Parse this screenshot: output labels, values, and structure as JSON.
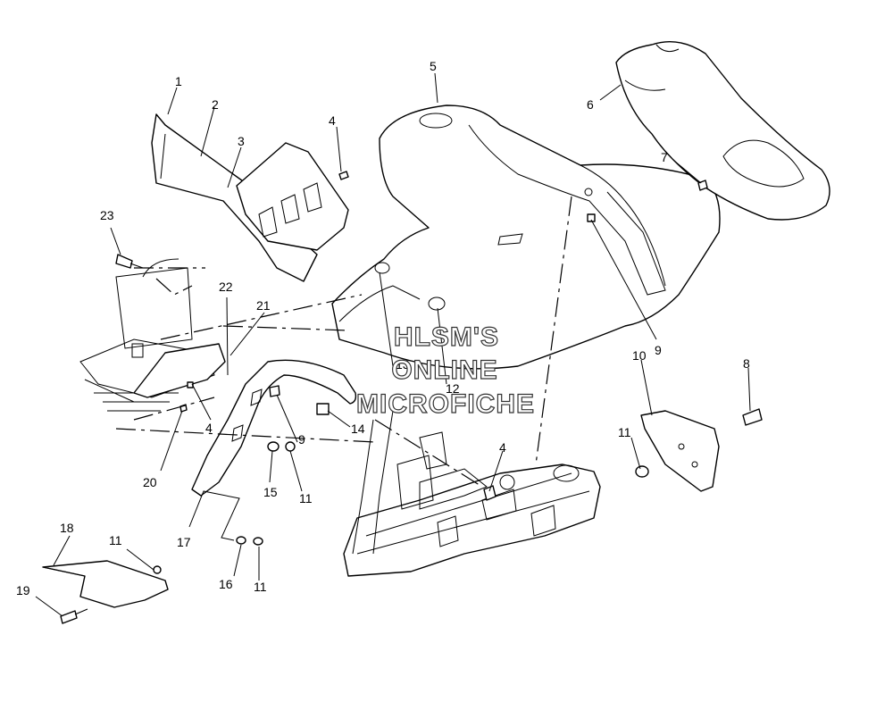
{
  "watermark": {
    "line1": "HLSM'S",
    "line2": "ONLINE",
    "line3": "MICROFICHE"
  },
  "callouts": [
    {
      "id": "c1",
      "label": "1"
    },
    {
      "id": "c2",
      "label": "2"
    },
    {
      "id": "c3",
      "label": "3"
    },
    {
      "id": "c4a",
      "label": "4"
    },
    {
      "id": "c5",
      "label": "5"
    },
    {
      "id": "c6",
      "label": "6"
    },
    {
      "id": "c7",
      "label": "7"
    },
    {
      "id": "c9a",
      "label": "9"
    },
    {
      "id": "c8",
      "label": "8"
    },
    {
      "id": "c10",
      "label": "10"
    },
    {
      "id": "c11a",
      "label": "11"
    },
    {
      "id": "c12",
      "label": "12"
    },
    {
      "id": "c13",
      "label": "13"
    },
    {
      "id": "c4b",
      "label": "4"
    },
    {
      "id": "c14",
      "label": "14"
    },
    {
      "id": "c9b",
      "label": "9"
    },
    {
      "id": "c4c",
      "label": "4"
    },
    {
      "id": "c15",
      "label": "15"
    },
    {
      "id": "c11b",
      "label": "11"
    },
    {
      "id": "c20",
      "label": "20"
    },
    {
      "id": "c17",
      "label": "17"
    },
    {
      "id": "c16",
      "label": "16"
    },
    {
      "id": "c11c",
      "label": "11"
    },
    {
      "id": "c18",
      "label": "18"
    },
    {
      "id": "c11d",
      "label": "11"
    },
    {
      "id": "c19",
      "label": "19"
    },
    {
      "id": "c21",
      "label": "21"
    },
    {
      "id": "c22",
      "label": "22"
    },
    {
      "id": "c23",
      "label": "23"
    }
  ]
}
